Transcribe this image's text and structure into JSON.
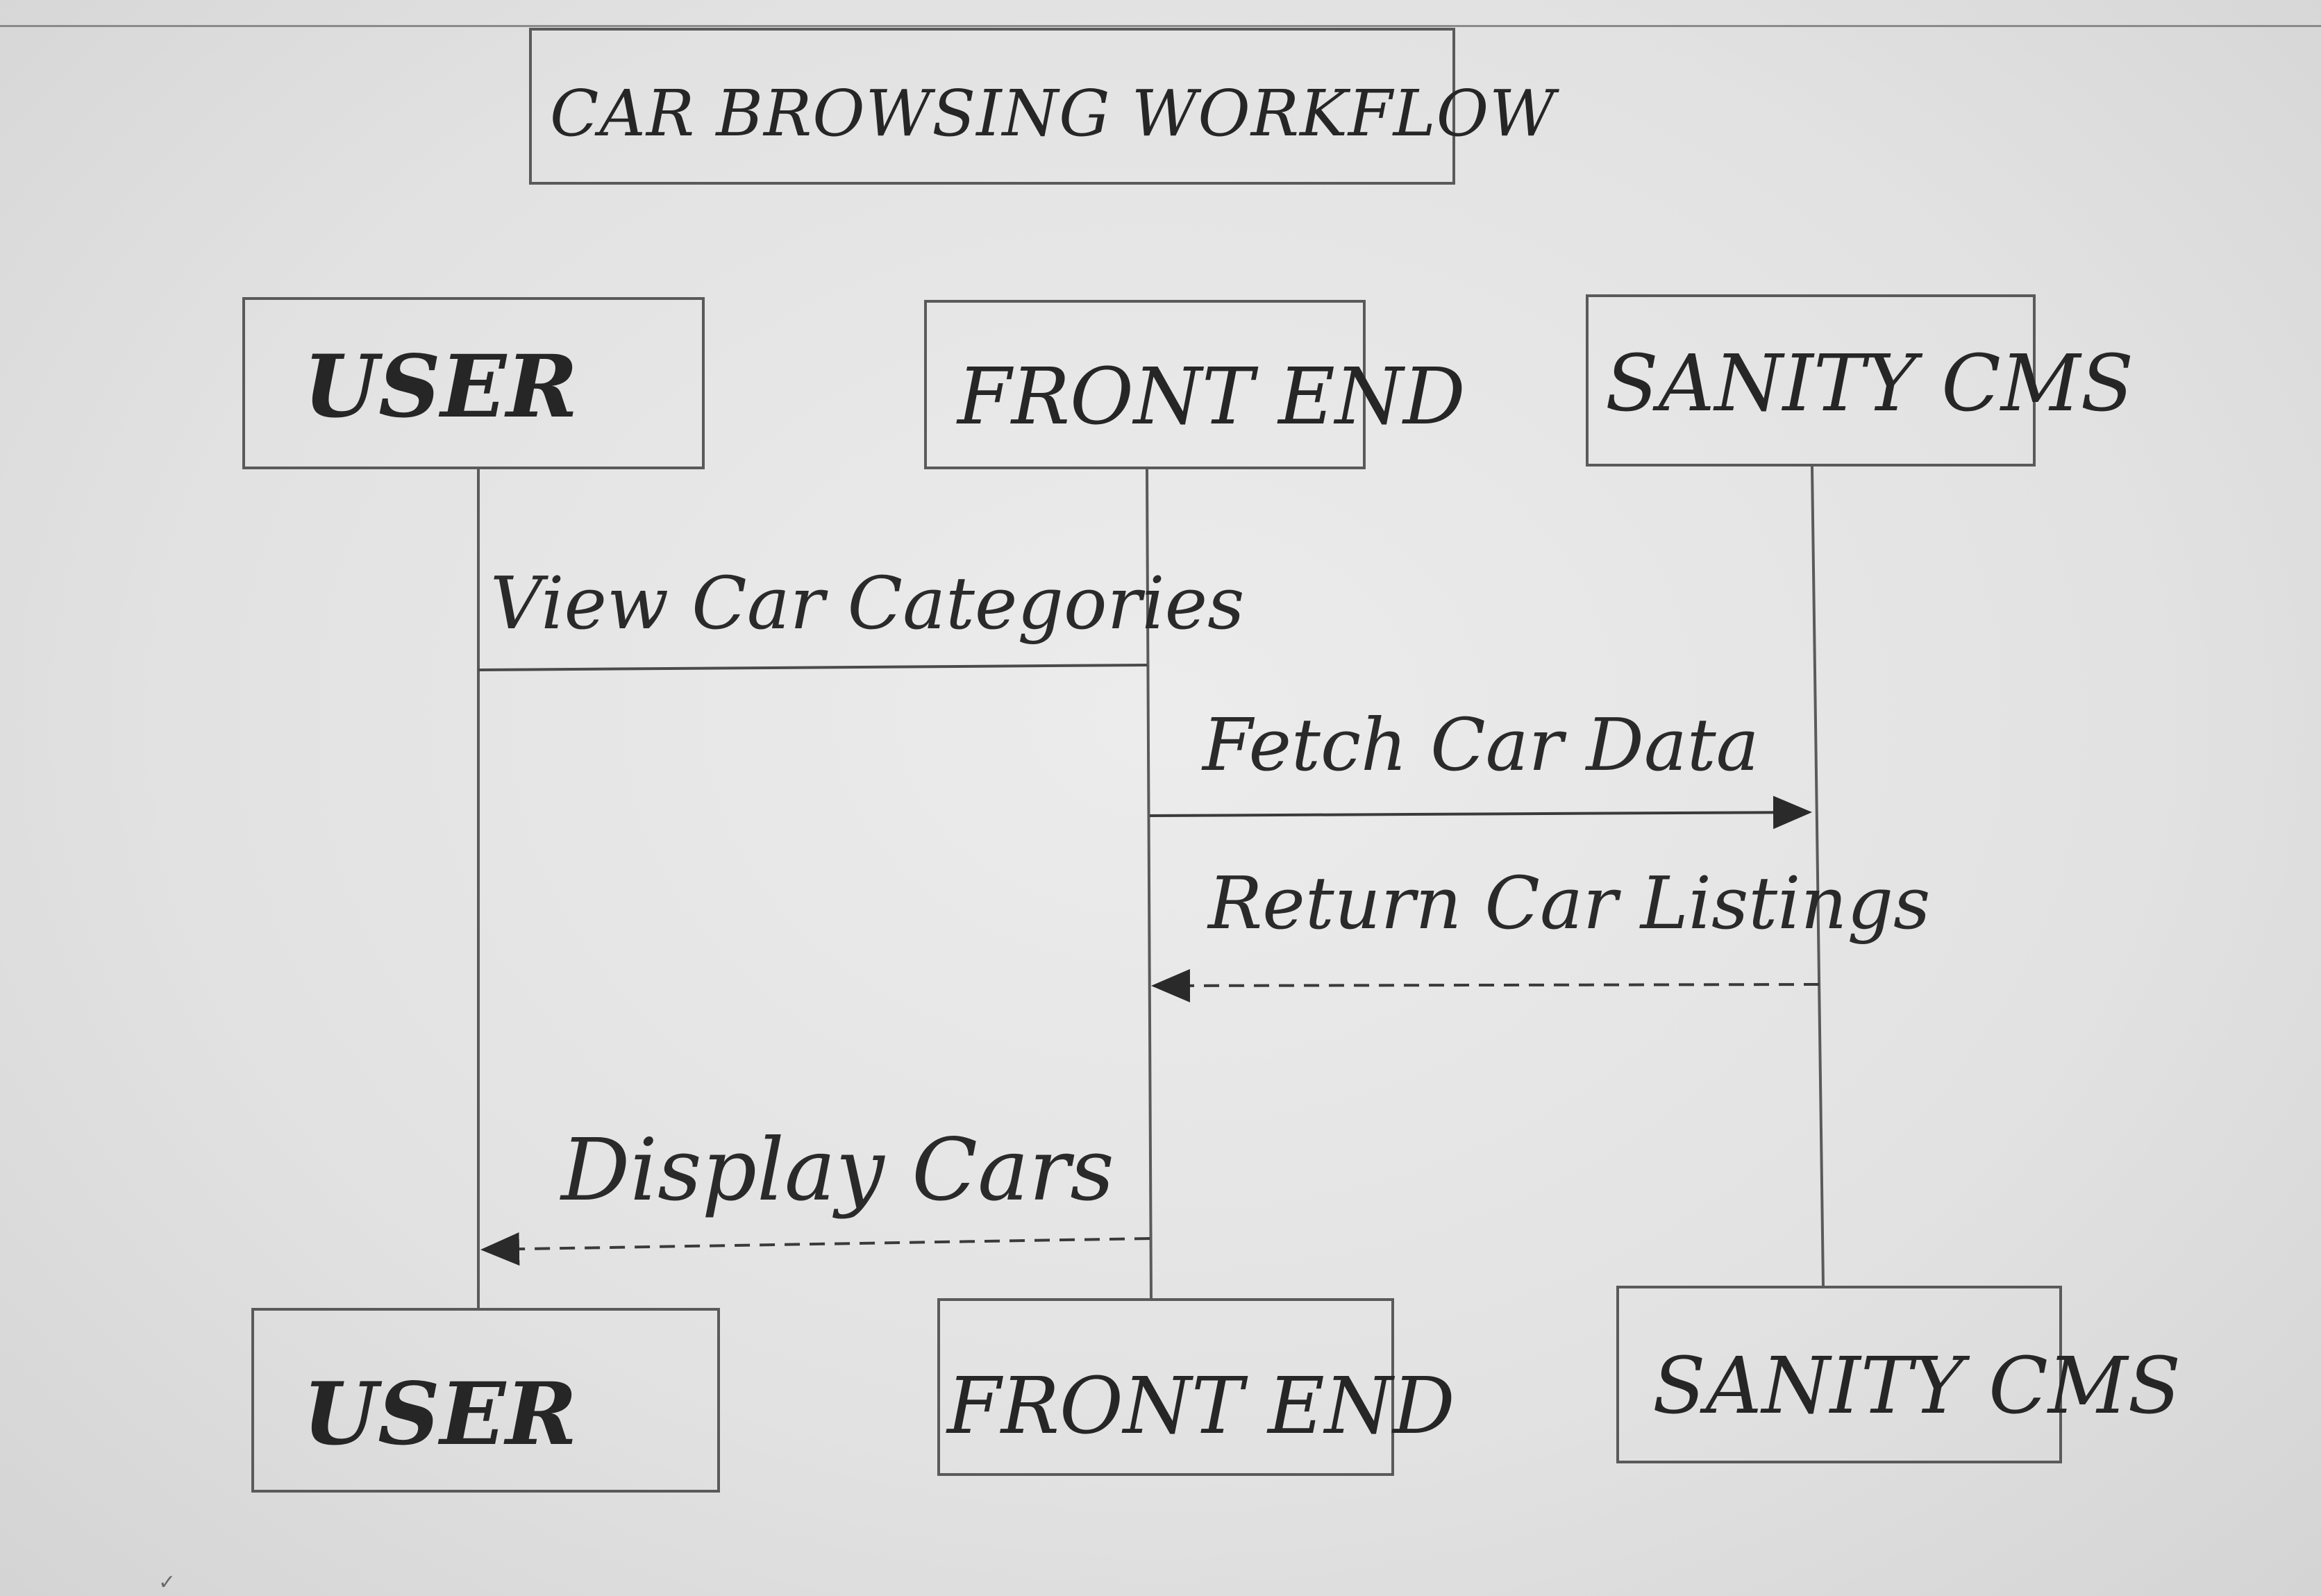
{
  "title": "CAR BROWSING WORKFLOW",
  "actors": {
    "user": "USER",
    "frontend": "FRONT END",
    "cms": "SANITY CMS"
  },
  "messages": [
    {
      "label": "View Car Categories",
      "from": "USER",
      "to": "FRONT END",
      "style": "solid"
    },
    {
      "label": "Fetch Car Data",
      "from": "FRONT END",
      "to": "SANITY CMS",
      "style": "solid-arrow"
    },
    {
      "label": "Return Car Listings",
      "from": "SANITY CMS",
      "to": "FRONT END",
      "style": "dashed-arrow"
    },
    {
      "label": "Display Cars",
      "from": "FRONT END",
      "to": "USER",
      "style": "dashed-arrow"
    }
  ],
  "colors": {
    "paper": "#e4e4e4",
    "pencil": "#4a4a4a"
  }
}
